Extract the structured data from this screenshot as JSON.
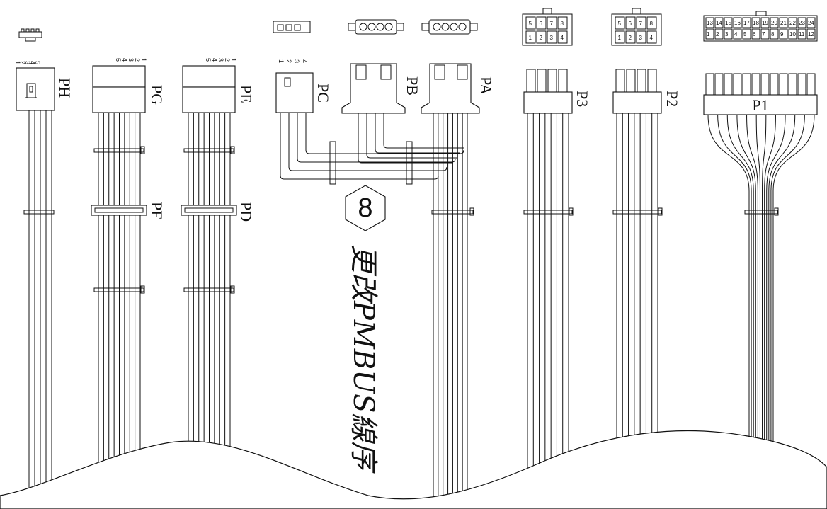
{
  "connectors": {
    "PH": {
      "label": "PH",
      "pins": [
        "1",
        "2",
        "3",
        "4",
        "5"
      ]
    },
    "PG": {
      "label": "PG",
      "pins": [
        "1",
        "2",
        "3",
        "4",
        "5"
      ]
    },
    "PF": {
      "label": "PF"
    },
    "PE": {
      "label": "PE",
      "pins": [
        "1",
        "2",
        "3",
        "4",
        "5"
      ]
    },
    "PD": {
      "label": "PD"
    },
    "PC": {
      "label": "PC",
      "pins": [
        "1",
        "2",
        "3",
        "4"
      ]
    },
    "PB": {
      "label": "PB"
    },
    "PA": {
      "label": "PA"
    },
    "P3": {
      "label": "P3",
      "face": [
        "1",
        "2",
        "3",
        "4",
        "5",
        "6",
        "7",
        "8"
      ]
    },
    "P2": {
      "label": "P2",
      "face": [
        "1",
        "2",
        "3",
        "4",
        "5",
        "6",
        "7",
        "8"
      ]
    },
    "P1": {
      "label": "P1",
      "face_top": [
        "13",
        "14",
        "15",
        "16",
        "17",
        "18",
        "19",
        "20",
        "21",
        "22",
        "23",
        "24"
      ],
      "face_bottom": [
        "1",
        "2",
        "3",
        "4",
        "5",
        "6",
        "7",
        "8",
        "9",
        "10",
        "11",
        "12"
      ]
    }
  },
  "badge": {
    "text": "8"
  },
  "note": {
    "text": "更改PMBUS線序"
  }
}
